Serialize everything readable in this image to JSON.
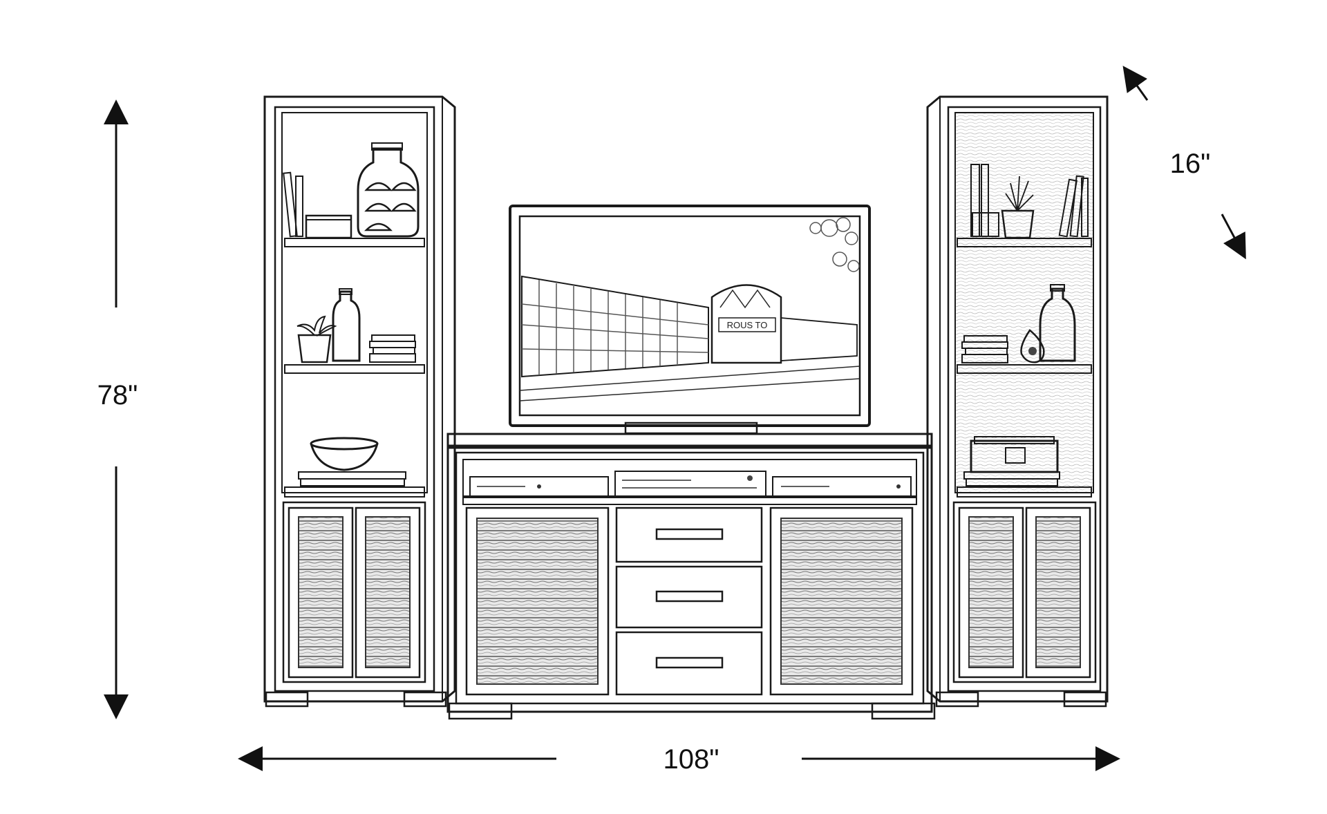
{
  "diagram": {
    "dimensions": {
      "height": "78\"",
      "width": "108\"",
      "depth": "16\""
    },
    "tv_sign": "ROUS TO",
    "colors": {
      "ink": "#1a1a1a",
      "background": "#ffffff"
    }
  }
}
